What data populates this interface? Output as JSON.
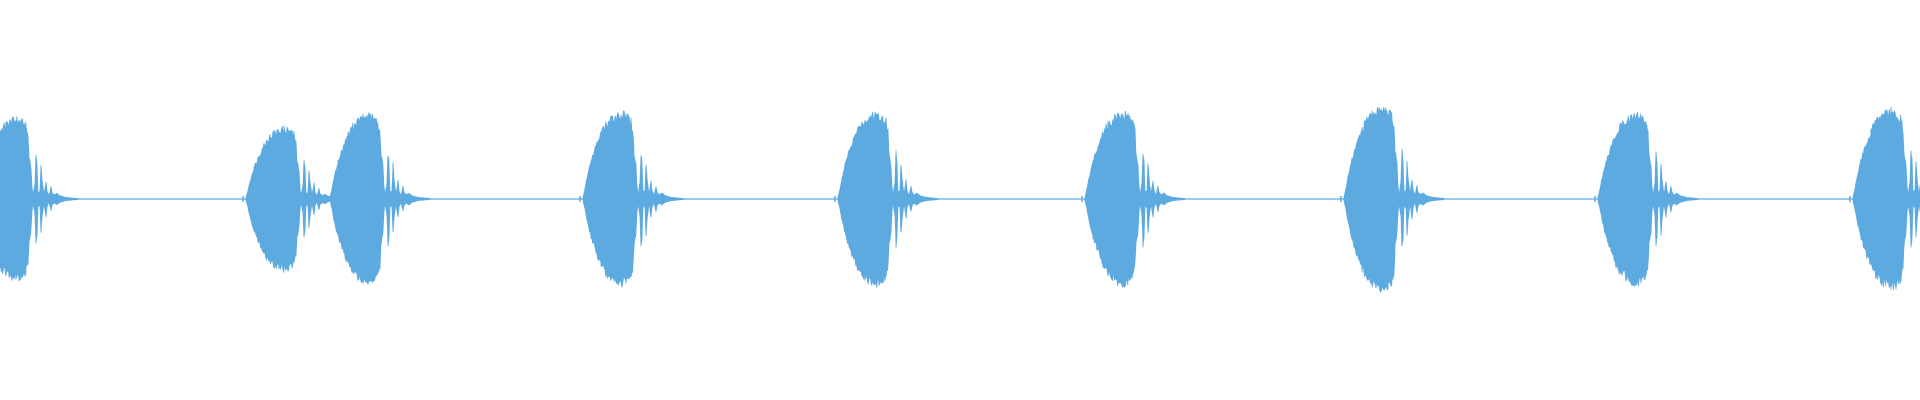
{
  "waveform": {
    "color": "#5DAAE0",
    "background": "#FFFFFF",
    "bursts": [
      {
        "amp": 0.86
      },
      {
        "amp": 0.76
      },
      {
        "amp": 0.9
      },
      {
        "amp": 0.92
      },
      {
        "amp": 0.92
      },
      {
        "amp": 0.92
      },
      {
        "amp": 0.97
      },
      {
        "amp": 0.91
      },
      {
        "amp": 0.95
      }
    ]
  }
}
